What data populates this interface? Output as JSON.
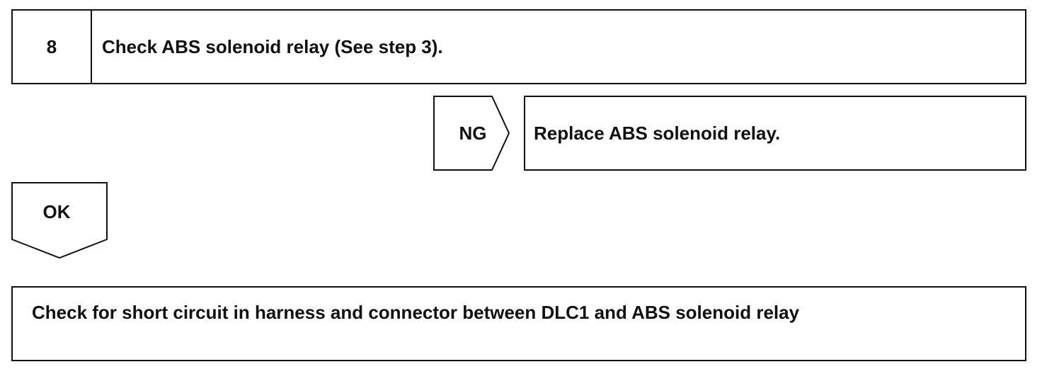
{
  "step": {
    "number": "8",
    "title": "Check ABS solenoid relay (See step 3)."
  },
  "ng_branch": {
    "tag": "NG",
    "action": "Replace ABS solenoid relay."
  },
  "ok_branch": {
    "tag": "OK"
  },
  "next_step": {
    "text": "Check for short circuit in harness and connector between DLC1 and ABS solenoid relay"
  }
}
